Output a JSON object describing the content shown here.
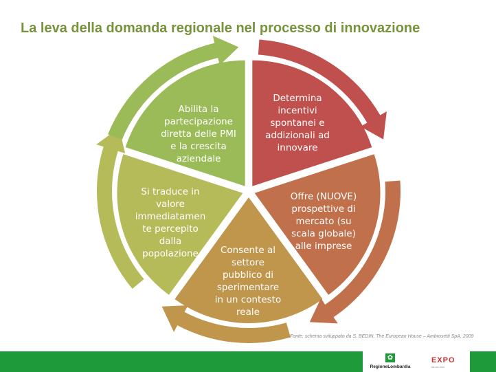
{
  "title": "La leva della domanda regionale nel processo di innovazione",
  "segments": [
    {
      "id": "red",
      "text": "Determina incentivi spontanei e addizionali ad innovare",
      "color": "#C0504D"
    },
    {
      "id": "orange",
      "text": "Offre (NUOVE) prospettive di mercato  (su scala globale) alle imprese",
      "color": "#C0714C"
    },
    {
      "id": "tan",
      "text": "Consente al settore pubblico di sperimentare in un contesto reale",
      "color": "#C0964C"
    },
    {
      "id": "olive",
      "text": "Si traduce in valore immediatamen te percepito dalla popolazione",
      "color": "#B5BB59"
    },
    {
      "id": "green",
      "text": "Abilita la partecipazione diretta delle PMI e la crescita aziendale",
      "color": "#9BBB59"
    }
  ],
  "source": "Fonte: schema sviluppato da S. BEDIN, The European House – Ambrosetti SpA, 2009",
  "footer": {
    "region_logo": "RegioneLombardia",
    "expo_logo": "EXPO",
    "expo_sub": "MILANO 2015"
  }
}
